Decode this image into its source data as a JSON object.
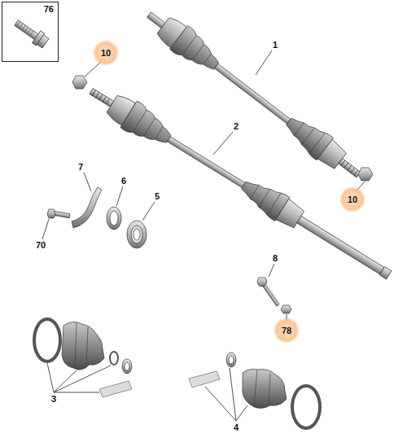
{
  "diagram": {
    "nodes": [
      {
        "text": [
          "76"
        ]
      },
      {
        "text": [
          "10"
        ]
      },
      {
        "text": [
          "10"
        ]
      },
      {
        "text": [
          "78"
        ]
      }
    ],
    "labels": [
      "1",
      "2",
      "7",
      "6",
      "5",
      "70",
      "8",
      "3",
      "4"
    ]
  }
}
